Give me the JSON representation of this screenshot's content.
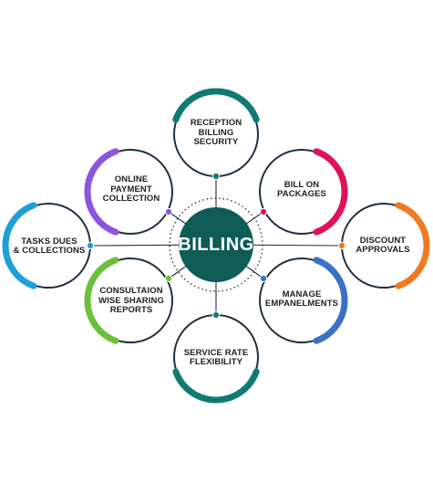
{
  "center": {
    "label": "BILLING",
    "color": "#0f5c57"
  },
  "nodes": [
    {
      "id": "reception-billing-security",
      "label": "RECEPTION\nBILLING\nSECURITY",
      "color": "#0f7b73",
      "arc": "top"
    },
    {
      "id": "bill-on-packages",
      "label": "BILL ON\nPACKAGES",
      "color": "#e0105a",
      "arc": "right"
    },
    {
      "id": "discount-approvals",
      "label": "DISCOUNT\nAPPROVALS",
      "color": "#ef7a22",
      "arc": "right"
    },
    {
      "id": "manage-empanelments",
      "label": "MANAGE\nEMPANELMENTS",
      "color": "#3a71c6",
      "arc": "right"
    },
    {
      "id": "service-rate-flexibility",
      "label": "SERVICE RATE\nFLEXIBILITY",
      "color": "#0f7b73",
      "arc": "bottom"
    },
    {
      "id": "consultaion-wise-sharing-reports",
      "label": "CONSULTAION\nWISE SHARING\nREPORTS",
      "color": "#6cbf3b",
      "arc": "left"
    },
    {
      "id": "tasks-dues-collections",
      "label": "TASKS DUES\n& COLLECTIONS",
      "color": "#1e9fd8",
      "arc": "left"
    },
    {
      "id": "online-payment-collection",
      "label": "ONLINE\nPAYMENT\nCOLLECTION",
      "color": "#8b55df",
      "arc": "left"
    }
  ]
}
